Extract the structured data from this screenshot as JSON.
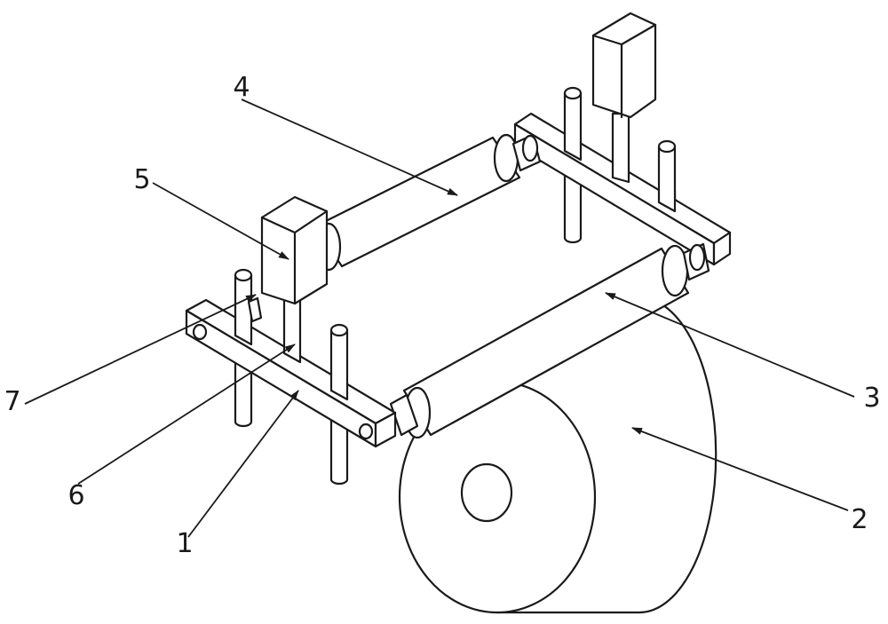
{
  "labels": {
    "l1": "1",
    "l2": "2",
    "l3": "3",
    "l4": "4",
    "l5": "5",
    "l6": "6",
    "l7": "7"
  }
}
